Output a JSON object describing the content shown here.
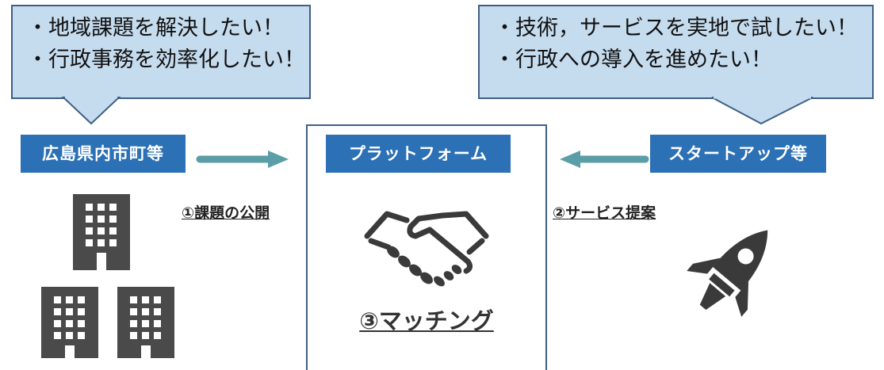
{
  "callouts": {
    "municipal_needs": [
      "・地域課題を解決したい！",
      "・行政事務を効率化したい！"
    ],
    "startup_needs": [
      "・技術，サービスを実地で試したい！",
      "・行政への導入を進めたい！"
    ]
  },
  "actors": {
    "municipal": "広島県内市町等",
    "platform": "プラットフォーム",
    "startup": "スタートアップ等"
  },
  "steps": {
    "publish": "①課題の公開",
    "propose": "②サービス提案",
    "matching": "③マッチング"
  },
  "colors": {
    "callout_fill": "#c5dbee",
    "callout_border": "#3f5f86",
    "tag_fill": "#2c70b5",
    "arrow": "#5b9ea7",
    "icon": "#3a3a3a"
  },
  "icons": {
    "municipal": "office-building-icon",
    "platform": "handshake-icon",
    "startup": "rocket-icon"
  }
}
